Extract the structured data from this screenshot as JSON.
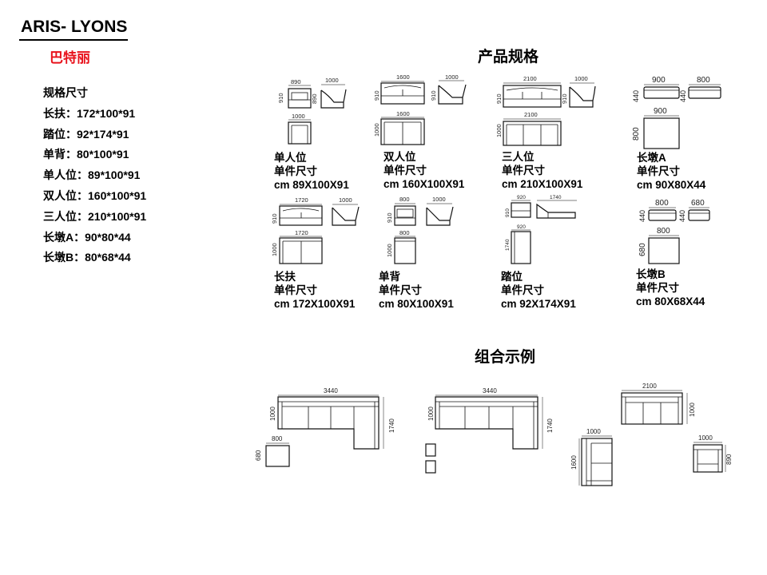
{
  "brand": {
    "title": "ARIS- LYONS",
    "subtitle": "巴特丽"
  },
  "specs": {
    "heading": "规格尺寸",
    "items": [
      "长扶：172*100*91",
      "踏位：92*174*91",
      "单背：80*100*91",
      "单人位：89*100*91",
      "双人位：160*100*91",
      "三人位：210*100*91",
      "长墩A：90*80*44",
      "长墩B：80*68*44"
    ]
  },
  "section_titles": {
    "products": "产品规格",
    "combos": "组合示例"
  },
  "products": [
    {
      "name": "单人位",
      "label": "单件尺寸",
      "size": "cm 89X100X91",
      "dims": [
        "890",
        "910",
        "1000",
        "890",
        "1000"
      ]
    },
    {
      "name": "双人位",
      "label": "单件尺寸",
      "size": "cm 160X100X91",
      "dims": [
        "1600",
        "910",
        "1000",
        "910",
        "1600",
        "1000"
      ]
    },
    {
      "name": "三人位",
      "label": "单件尺寸",
      "size": "cm 210X100X91",
      "dims": [
        "2100",
        "910",
        "1000",
        "910",
        "2100",
        "1000"
      ]
    },
    {
      "name": "长墩A",
      "label": "单件尺寸",
      "size": "cm 90X80X44",
      "dims": [
        "900",
        "800",
        "440",
        "440",
        "900",
        "800"
      ]
    },
    {
      "name": "长扶",
      "label": "单件尺寸",
      "size": "cm 172X100X91",
      "dims": [
        "1720",
        "910",
        "1000",
        "1720",
        "1000"
      ]
    },
    {
      "name": "单背",
      "label": "单件尺寸",
      "size": "cm 80X100X91",
      "dims": [
        "800",
        "910",
        "1000",
        "800",
        "1000"
      ]
    },
    {
      "name": "踏位",
      "label": "单件尺寸",
      "size": "cm 92X174X91",
      "dims": [
        "920",
        "1740",
        "910",
        "920",
        "1740"
      ]
    },
    {
      "name": "长墩B",
      "label": "单件尺寸",
      "size": "cm 80X68X44",
      "dims": [
        "800",
        "680",
        "440",
        "440",
        "800",
        "680"
      ]
    }
  ],
  "combos": [
    {
      "dims": [
        "3440",
        "1000",
        "1740",
        "800",
        "680"
      ]
    },
    {
      "dims": [
        "3440",
        "1000",
        "1740"
      ]
    },
    {
      "dims": [
        "2100",
        "1000",
        "1000",
        "1600",
        "1000",
        "890"
      ]
    }
  ]
}
